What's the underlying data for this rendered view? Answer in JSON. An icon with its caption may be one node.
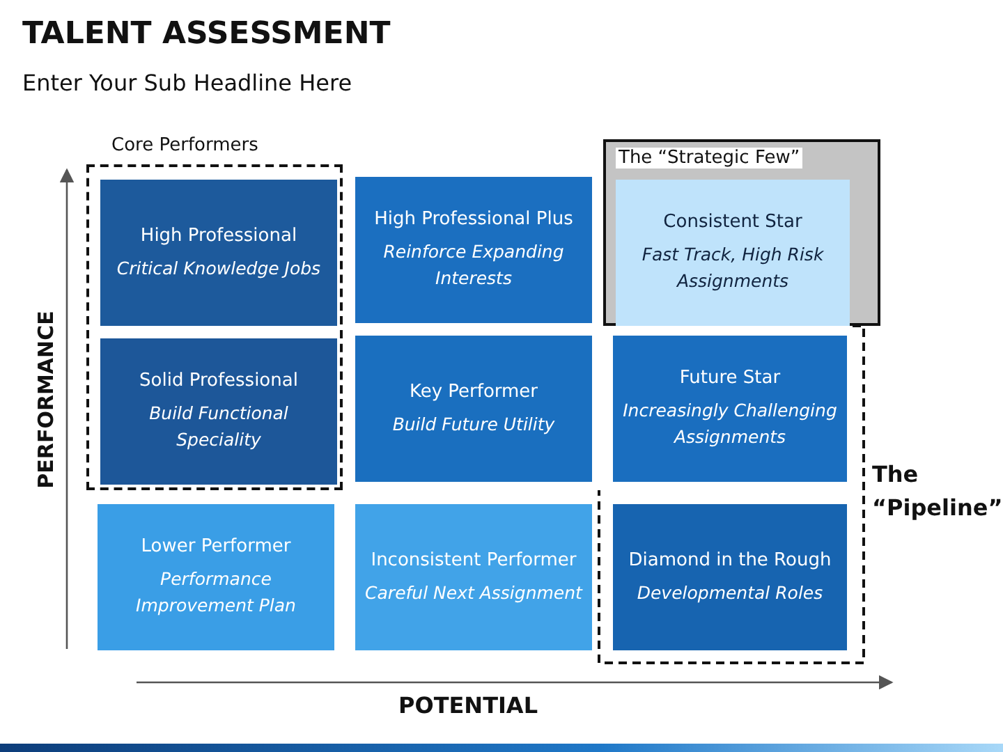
{
  "diagram": {
    "title": "TALENT ASSESSMENT",
    "nodes": [
      {
        "text": [
          "Core Performers"
        ]
      },
      {
        "text": [
          "High Professional",
          "Critical Knowledge Jobs"
        ],
        "in": 0
      },
      {
        "text": [
          "High Professional Plus",
          "Reinforce Expanding Interests"
        ]
      },
      {
        "text": [
          "The “Strategic Few”"
        ]
      },
      {
        "text": [
          "Consistent Star",
          "Fast Track, High Risk Assignments"
        ],
        "in": 3
      },
      {
        "text": [
          "Solid Professional",
          "Build Functional Speciality"
        ],
        "in": 0
      },
      {
        "text": [
          "Key Performer",
          "Build Future Utility"
        ]
      },
      {
        "text": [
          "Future Star",
          "Increasingly Challenging Assignments"
        ],
        "in": 8
      },
      {
        "text": [
          "The “Pipeline”"
        ]
      },
      {
        "text": [
          "Lower Performer",
          "Performance Improvement Plan"
        ]
      },
      {
        "text": [
          "Inconsistent Performer",
          "Careful Next Assignment"
        ]
      },
      {
        "text": [
          "Diamond in the Rough",
          "Developmental Roles"
        ],
        "in": 8
      }
    ],
    "labels": [
      "Enter Your Sub Headline Here",
      "PERFORMANCE",
      "POTENTIAL"
    ]
  }
}
